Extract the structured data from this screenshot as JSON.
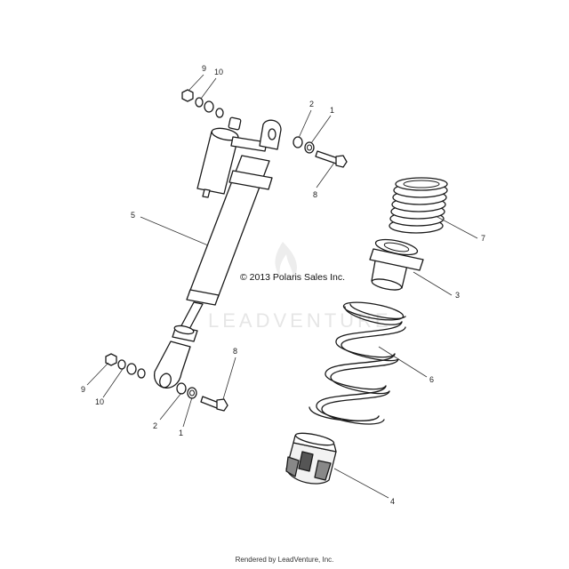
{
  "copyright": "© 2013 Polaris Sales Inc.",
  "watermark": "LEADVENTURE",
  "footer": "Rendered by LeadVenture, Inc.",
  "callouts": {
    "c9_top": "9",
    "c10_top": "10",
    "c2_top": "2",
    "c1_top": "1",
    "c8_top": "8",
    "c5": "5",
    "c7": "7",
    "c3": "3",
    "c6": "6",
    "c4": "4",
    "c9_bottom": "9",
    "c10_bottom": "10",
    "c2_bottom": "2",
    "c1_bottom": "1",
    "c8_bottom": "8"
  }
}
